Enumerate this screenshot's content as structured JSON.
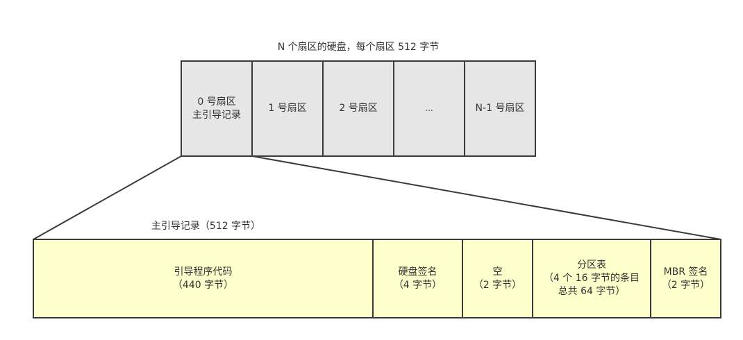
{
  "disk": {
    "title": "N 个扇区的硬盘，每个扇区 512 字节",
    "sectors": [
      {
        "line1": "0 号扇区",
        "line2": "主引导记录"
      },
      {
        "line1": "1 号扇区",
        "line2": ""
      },
      {
        "line1": "2 号扇区",
        "line2": ""
      },
      {
        "line1": "...",
        "line2": ""
      },
      {
        "line1": "N-1 号扇区",
        "line2": ""
      }
    ]
  },
  "mbr": {
    "title": "主引导记录（512 字节）",
    "parts": [
      {
        "line1": "引导程序代码",
        "line2": "（440 字节）",
        "line3": ""
      },
      {
        "line1": "硬盘签名",
        "line2": "（4 字节）",
        "line3": ""
      },
      {
        "line1": "空",
        "line2": "（2 字节）",
        "line3": ""
      },
      {
        "line1": "分区表",
        "line2": "（4 个 16 字节的条目",
        "line3": "总共 64 字节）"
      },
      {
        "line1": "MBR 签名",
        "line2": "（2 字节）",
        "line3": ""
      }
    ]
  },
  "colors": {
    "sector_fill": "#e6e6e6",
    "mbr_fill": "#ffffcc",
    "stroke": "#3a3a3a"
  }
}
